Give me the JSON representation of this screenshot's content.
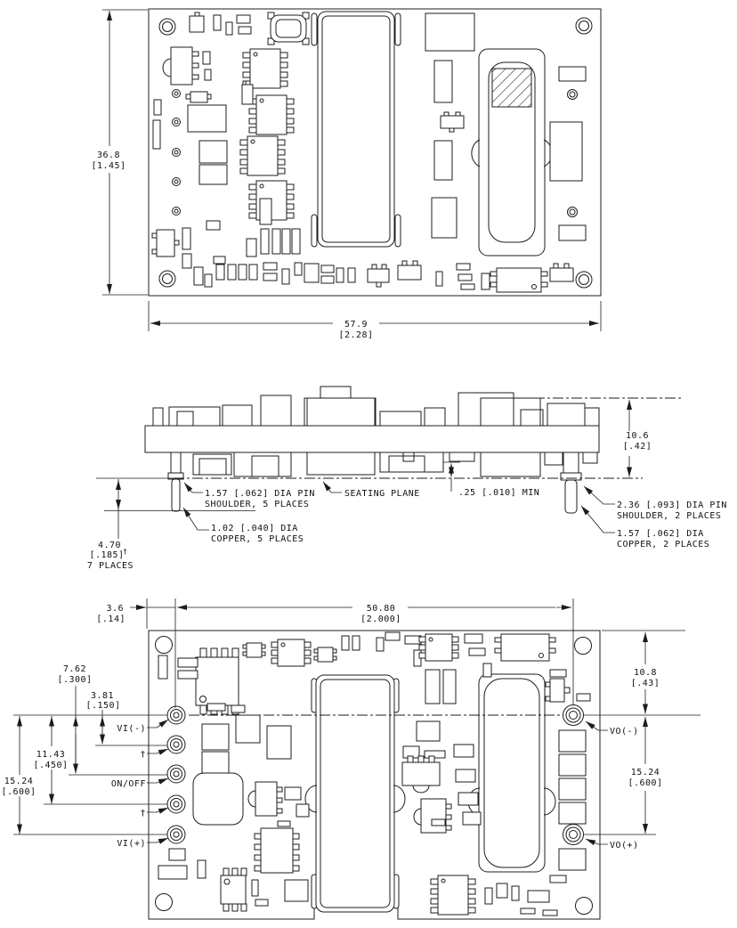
{
  "top": {
    "h_mm": "36.8",
    "h_in": "[1.45]",
    "w_mm": "57.9",
    "w_in": "[2.28]"
  },
  "side": {
    "h_mm": "10.6",
    "h_in": "[.42]",
    "shoulder5_1": "1.57 [.062] DIA PIN",
    "shoulder5_2": "SHOULDER, 5 PLACES",
    "seating": "SEATING PLANE",
    "min_clear": ".25 [.010] MIN",
    "copper5_1": "1.02 [.040] DIA",
    "copper5_2": "COPPER, 5 PLACES",
    "len_mm": "4.70",
    "len_in": "[.185]",
    "dagger": "†",
    "len_places": "7 PLACES",
    "shoulder2_1": "2.36 [.093] DIA PIN",
    "shoulder2_2": "SHOULDER, 2 PLACES",
    "copper2_1": "1.57 [.062] DIA",
    "copper2_2": "COPPER, 2 PLACES"
  },
  "bottom": {
    "edge_mm": "3.6",
    "edge_in": "[.14]",
    "span_mm": "50.80",
    "span_in": "[2.000]",
    "d762_mm": "7.62",
    "d762_in": "[.300]",
    "d381_mm": "3.81",
    "d381_in": "[.150]",
    "d1143_mm": "11.43",
    "d1143_in": "[.450]",
    "d1524l_mm": "15.24",
    "d1524l_in": "[.600]",
    "d108_mm": "10.8",
    "d108_in": "[.43]",
    "d1524r_mm": "15.24",
    "d1524r_in": "[.600]",
    "vi_neg": "VI(-)",
    "dag1": "†",
    "onoff": "ON/OFF",
    "dag2": "†",
    "vi_pos": "VI(+)",
    "vo_neg": "VO(-)",
    "vo_pos": "VO(+)"
  },
  "colors": {
    "line": "#1c1c1c",
    "background": "#ffffff"
  }
}
